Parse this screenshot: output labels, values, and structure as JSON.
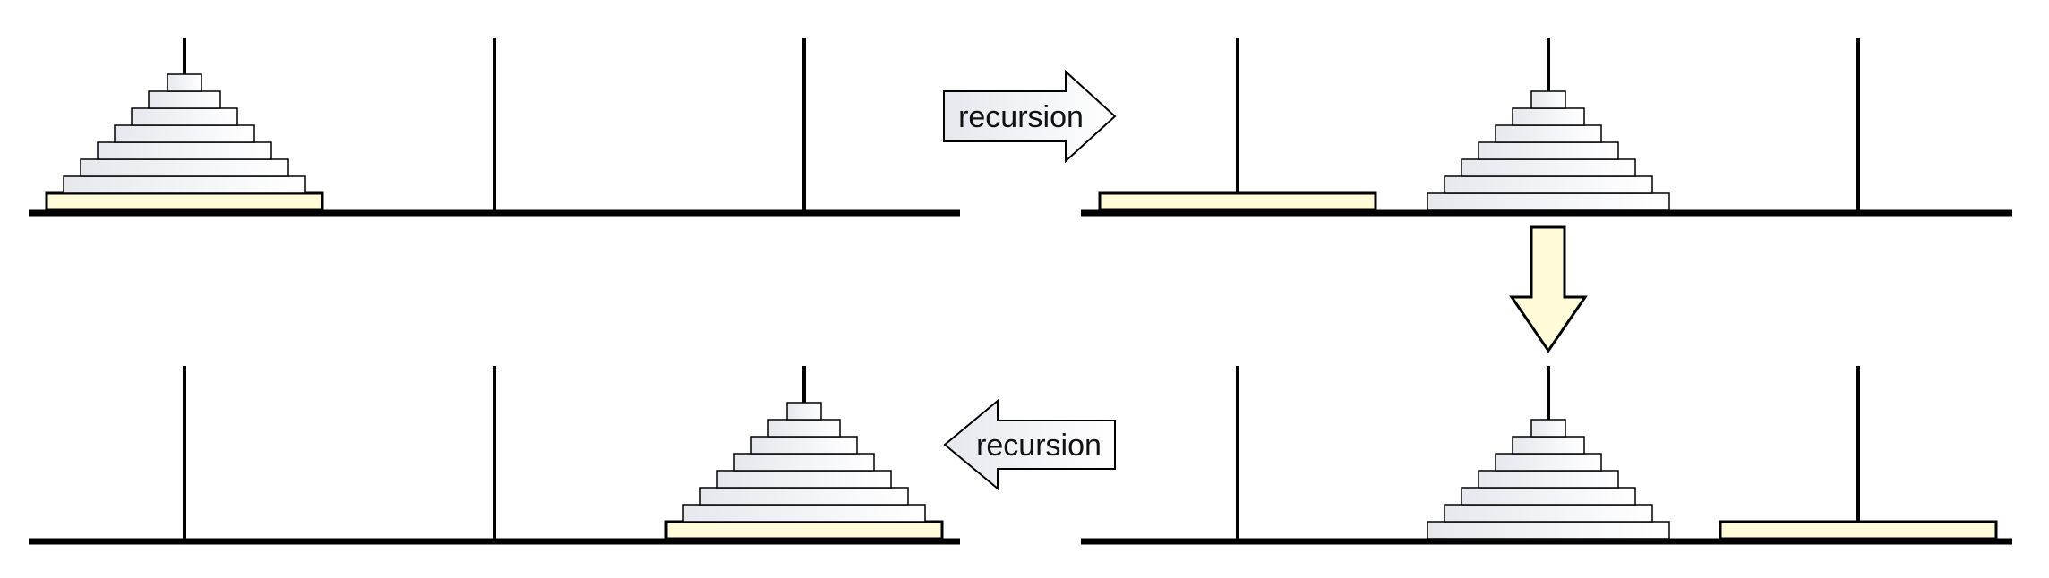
{
  "arrows": {
    "top": {
      "label": "recursion",
      "direction": "right"
    },
    "right": {
      "label": "",
      "direction": "down"
    },
    "bottom": {
      "label": "recursion",
      "direction": "left"
    }
  },
  "panels": [
    {
      "id": "top-left",
      "small_disks_peg": 1,
      "large_disk_peg": 1
    },
    {
      "id": "top-right",
      "small_disks_peg": 2,
      "large_disk_peg": 1
    },
    {
      "id": "bottom-right",
      "small_disks_peg": 2,
      "large_disk_peg": 3
    },
    {
      "id": "bottom-left",
      "small_disks_peg": 3,
      "large_disk_peg": 3
    }
  ],
  "puzzle": {
    "peg_count": 3,
    "small_disk_count": 7,
    "has_large_disk": true
  },
  "colors": {
    "line": "#000000",
    "large_disk_fill": "#fffbd8",
    "small_disk_gradient_start": "#e6e8ee",
    "small_disk_gradient_end": "#ffffff",
    "arrow_gray_start": "#e6e8ee",
    "arrow_gray_end": "#ffffff",
    "down_arrow_fill": "#fffbd8"
  }
}
